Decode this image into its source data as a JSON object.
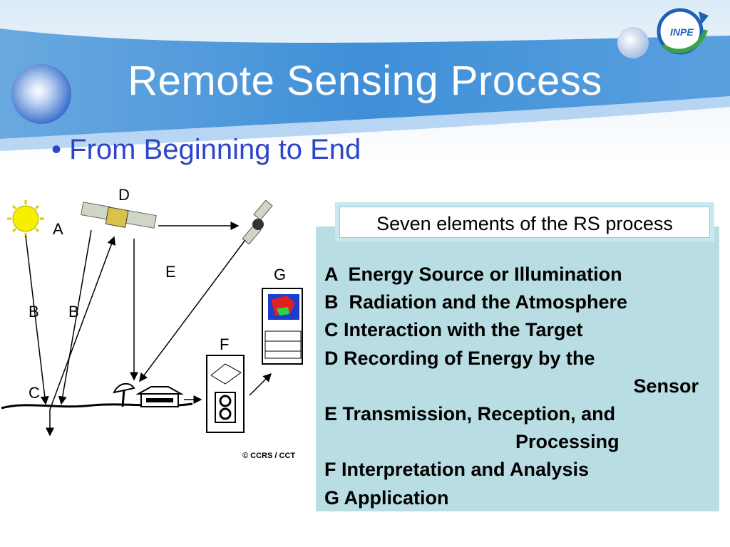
{
  "slide": {
    "title": "Remote Sensing Process",
    "bullet": "• From Beginning to End",
    "logo_text": "INPE"
  },
  "diagram": {
    "labels": {
      "a": "A",
      "b1": "B",
      "b2": "B",
      "c": "C",
      "d": "D",
      "e": "E",
      "f": "F",
      "g": "G"
    },
    "credit": "© CCRS / CCT"
  },
  "panel": {
    "heading": "Seven elements of the RS process",
    "items": {
      "a": "A  Energy Source or Illumination",
      "b": "B  Radiation and the Atmosphere",
      "c": "C Interaction with the Target",
      "d1": "D Recording of Energy by the",
      "d2": "Sensor",
      "e1": "E Transmission, Reception, and",
      "e2": "Processing",
      "f": "F Interpretation and Analysis",
      "g": "G Application"
    }
  },
  "colors": {
    "title_text": "#ffffff",
    "bullet_text": "#2f45c8",
    "panel_bg": "#b8dde3",
    "banner_blue": "#3f8fd8"
  }
}
